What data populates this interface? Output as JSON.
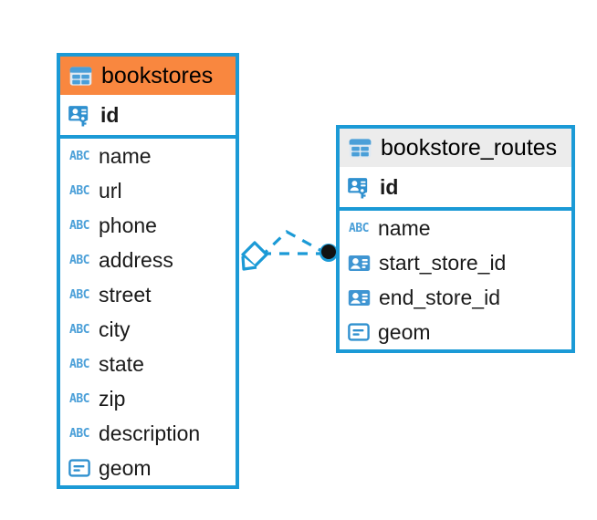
{
  "diagram": {
    "type": "entity-relationship-diagram",
    "background_color": "#ffffff",
    "accent_color": "#1b9ad6",
    "selected_header_color": "#f9873f",
    "unselected_header_color": "#ececec"
  },
  "entities": [
    {
      "name": "bookstores",
      "selected": true,
      "icon": "table-icon",
      "primary_keys": [
        {
          "label": "id",
          "icon": "primary-key-icon",
          "type": "key"
        }
      ],
      "fields": [
        {
          "label": "name",
          "icon": "text-type-icon",
          "type": "abc"
        },
        {
          "label": "url",
          "icon": "text-type-icon",
          "type": "abc"
        },
        {
          "label": "phone",
          "icon": "text-type-icon",
          "type": "abc"
        },
        {
          "label": "address",
          "icon": "text-type-icon",
          "type": "abc"
        },
        {
          "label": "street",
          "icon": "text-type-icon",
          "type": "abc"
        },
        {
          "label": "city",
          "icon": "text-type-icon",
          "type": "abc"
        },
        {
          "label": "state",
          "icon": "text-type-icon",
          "type": "abc"
        },
        {
          "label": "zip",
          "icon": "text-type-icon",
          "type": "abc"
        },
        {
          "label": "description",
          "icon": "text-type-icon",
          "type": "abc"
        },
        {
          "label": "geom",
          "icon": "geometry-type-icon",
          "type": "geom"
        }
      ]
    },
    {
      "name": "bookstore_routes",
      "selected": false,
      "icon": "table-icon",
      "primary_keys": [
        {
          "label": "id",
          "icon": "primary-key-icon",
          "type": "key"
        }
      ],
      "fields": [
        {
          "label": "name",
          "icon": "text-type-icon",
          "type": "abc"
        },
        {
          "label": "start_store_id",
          "icon": "foreign-key-icon",
          "type": "fk"
        },
        {
          "label": "end_store_id",
          "icon": "foreign-key-icon",
          "type": "fk"
        },
        {
          "label": "geom",
          "icon": "geometry-type-icon",
          "type": "geom"
        }
      ]
    }
  ],
  "relationship": {
    "style": "dashed",
    "color": "#1b9ad6",
    "source_marker": "diamond-cardinality-marker",
    "target_marker": "filled-circle-cardinality-marker"
  }
}
